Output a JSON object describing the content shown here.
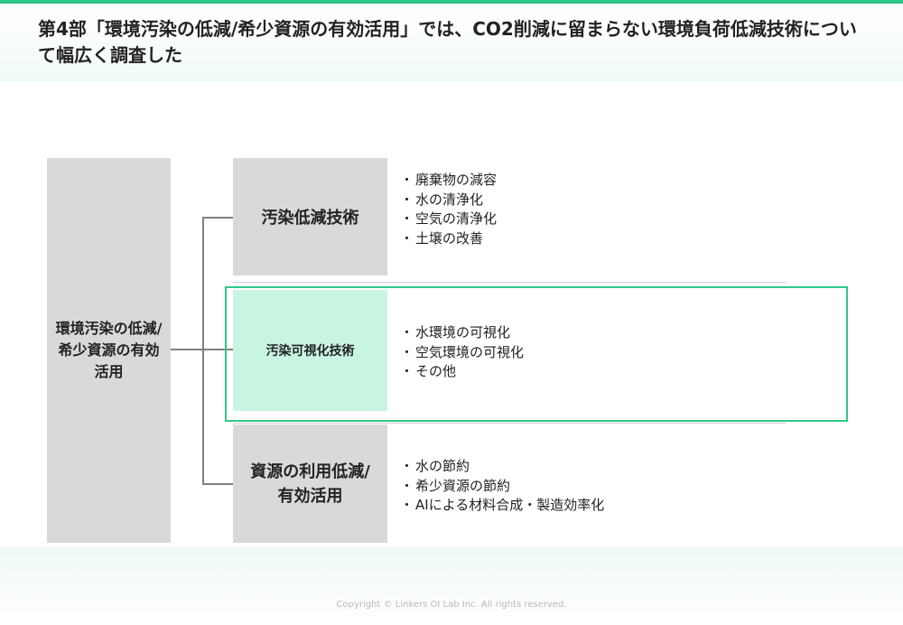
{
  "header": {
    "title": "第4部「環境汚染の低減/希少資源の有効活用」では、CO2削減に留まらない環境負荷低減技術について幅広く調査した"
  },
  "diagram": {
    "root": {
      "label": "環境汚染の低減/希少資源の有効活用"
    },
    "branches": [
      {
        "label": "汚染低減技術",
        "items": [
          "廃棄物の減容",
          "水の清浄化",
          "空気の清浄化",
          "土壌の改善"
        ],
        "highlighted": false
      },
      {
        "label": "汚染可視化技術",
        "items": [
          "水環境の可視化",
          "空気環境の可視化",
          "その他"
        ],
        "highlighted": true
      },
      {
        "label": "資源の利用低減/有効活用",
        "items": [
          "水の節約",
          "希少資源の節約",
          "AIによる材料合成・製造効率化"
        ],
        "highlighted": false
      }
    ]
  },
  "colors": {
    "accent": "#2ec98a",
    "highlight_fill": "#c8f5e2",
    "box_fill": "#d9d9d9",
    "connector": "#808080"
  },
  "footer": {
    "copyright": "Copyright © Linkers OI Lab Inc. All rights reserved."
  }
}
